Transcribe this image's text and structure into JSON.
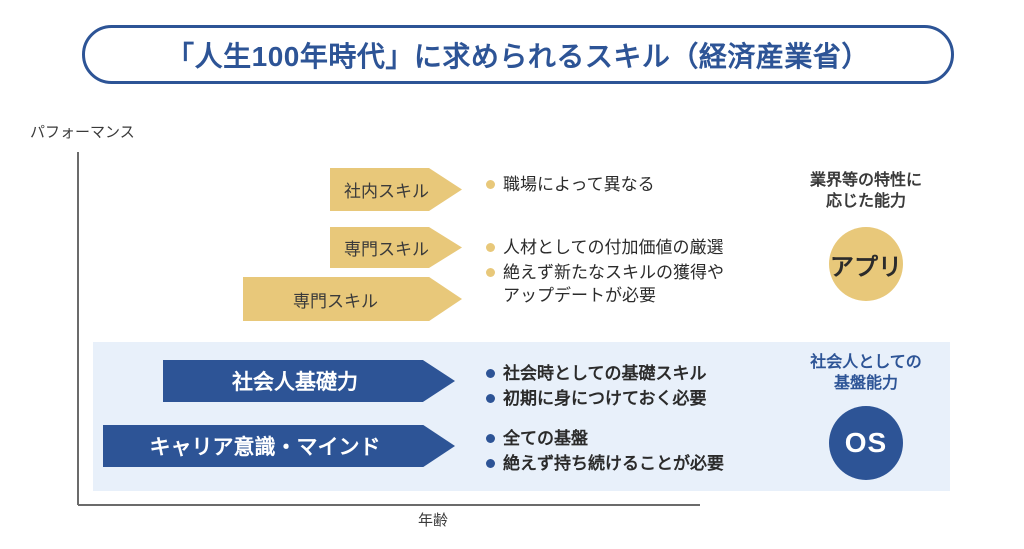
{
  "title": {
    "text": "「人生100年時代」に求められるスキル（経済産業省）",
    "border_color": "#2d5496",
    "text_color": "#2d5496"
  },
  "axes": {
    "y_label": "パフォーマンス",
    "x_label": "年齢",
    "line_color": "#6b6b6b"
  },
  "colors": {
    "yellow": "#e8c87a",
    "blue": "#2d5496",
    "panel": "#e8f0fa",
    "text_dark": "#2b2b2b"
  },
  "upper_section": {
    "arrows": [
      {
        "label": "社内スキル"
      },
      {
        "label": "専門スキル"
      },
      {
        "label": "専門スキル"
      }
    ],
    "bullets_top": [
      {
        "text": "職場によって異なる"
      }
    ],
    "bullets_bottom": [
      {
        "text": "人材としての付加価値の厳選"
      },
      {
        "text": "絶えず新たなスキルの獲得や\nアップデートが必要"
      }
    ],
    "side": {
      "caption": "業界等の特性に\n応じた能力",
      "badge": "アプリ"
    }
  },
  "base_section": {
    "arrows": [
      {
        "label": "社会人基礎力"
      },
      {
        "label": "キャリア意識・マインド"
      }
    ],
    "bullets_top": [
      {
        "text": "社会時としての基礎スキル"
      },
      {
        "text": "初期に身につけておく必要"
      }
    ],
    "bullets_bottom": [
      {
        "text": "全ての基盤"
      },
      {
        "text": "絶えず持ち続けることが必要"
      }
    ],
    "side": {
      "caption": "社会人としての\n基盤能力",
      "badge": "OS"
    }
  }
}
